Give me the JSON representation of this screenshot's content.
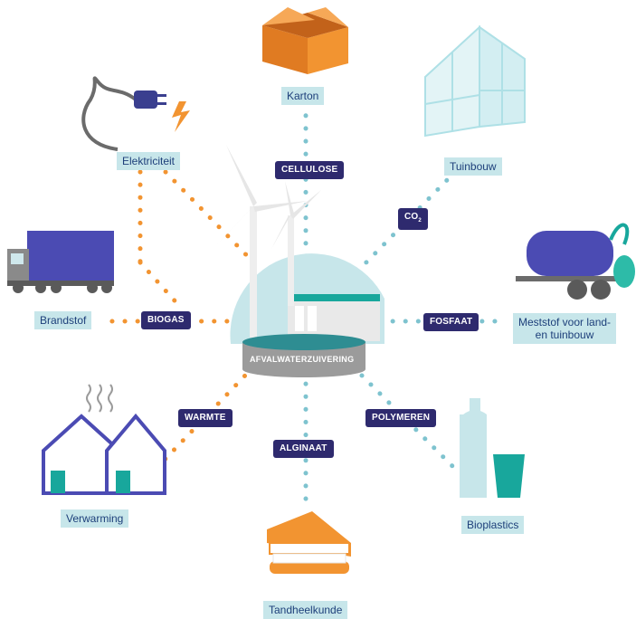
{
  "center": {
    "label": "AFVALWATERZUIVERING"
  },
  "products": {
    "karton": "Karton",
    "elektriciteit": "Elektriciteit",
    "tuinbouw": "Tuinbouw",
    "brandstof": "Brandstof",
    "meststof_line1": "Meststof voor land-",
    "meststof_line2": "en tuinbouw",
    "verwarming": "Verwarming",
    "bioplastics": "Bioplastics",
    "tandheelkunde": "Tandheelkunde"
  },
  "resources": {
    "cellulose": "CELLULOSE",
    "co2_main": "CO",
    "co2_sub": "2",
    "biogas": "BIOGAS",
    "fosfaat": "FOSFAAT",
    "warmte": "WARMTE",
    "alginaat": "ALGINAAT",
    "polymeren": "POLYMEREN"
  },
  "colors": {
    "tag_bg": "#2e2a6e",
    "label_bg": "#c7e6ea",
    "label_text": "#1d3f7a",
    "arrow_orange": "#f29431",
    "arrow_blue": "#7ec3cf"
  }
}
